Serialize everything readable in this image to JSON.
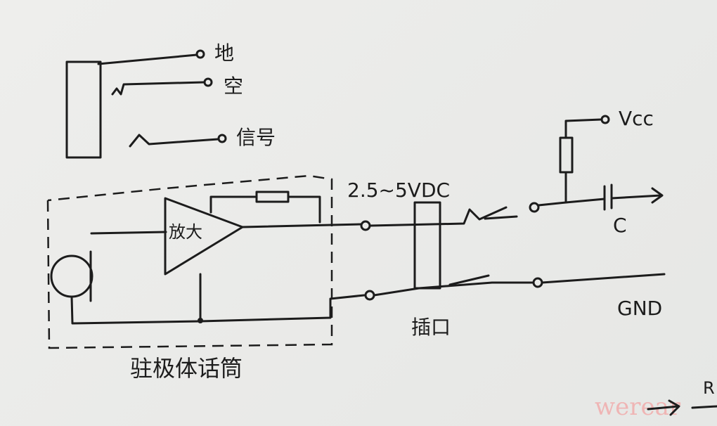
{
  "labels": {
    "ground": "地",
    "empty": "空",
    "signal": "信号",
    "vcc": "Vcc",
    "voltage": "2.5~5VDC",
    "amplifier": "放大",
    "capacitor": "C",
    "gnd": "GND",
    "jack": "插口",
    "microphone": "驻极体话筒",
    "corner_r": "R"
  },
  "watermark": "werear"
}
